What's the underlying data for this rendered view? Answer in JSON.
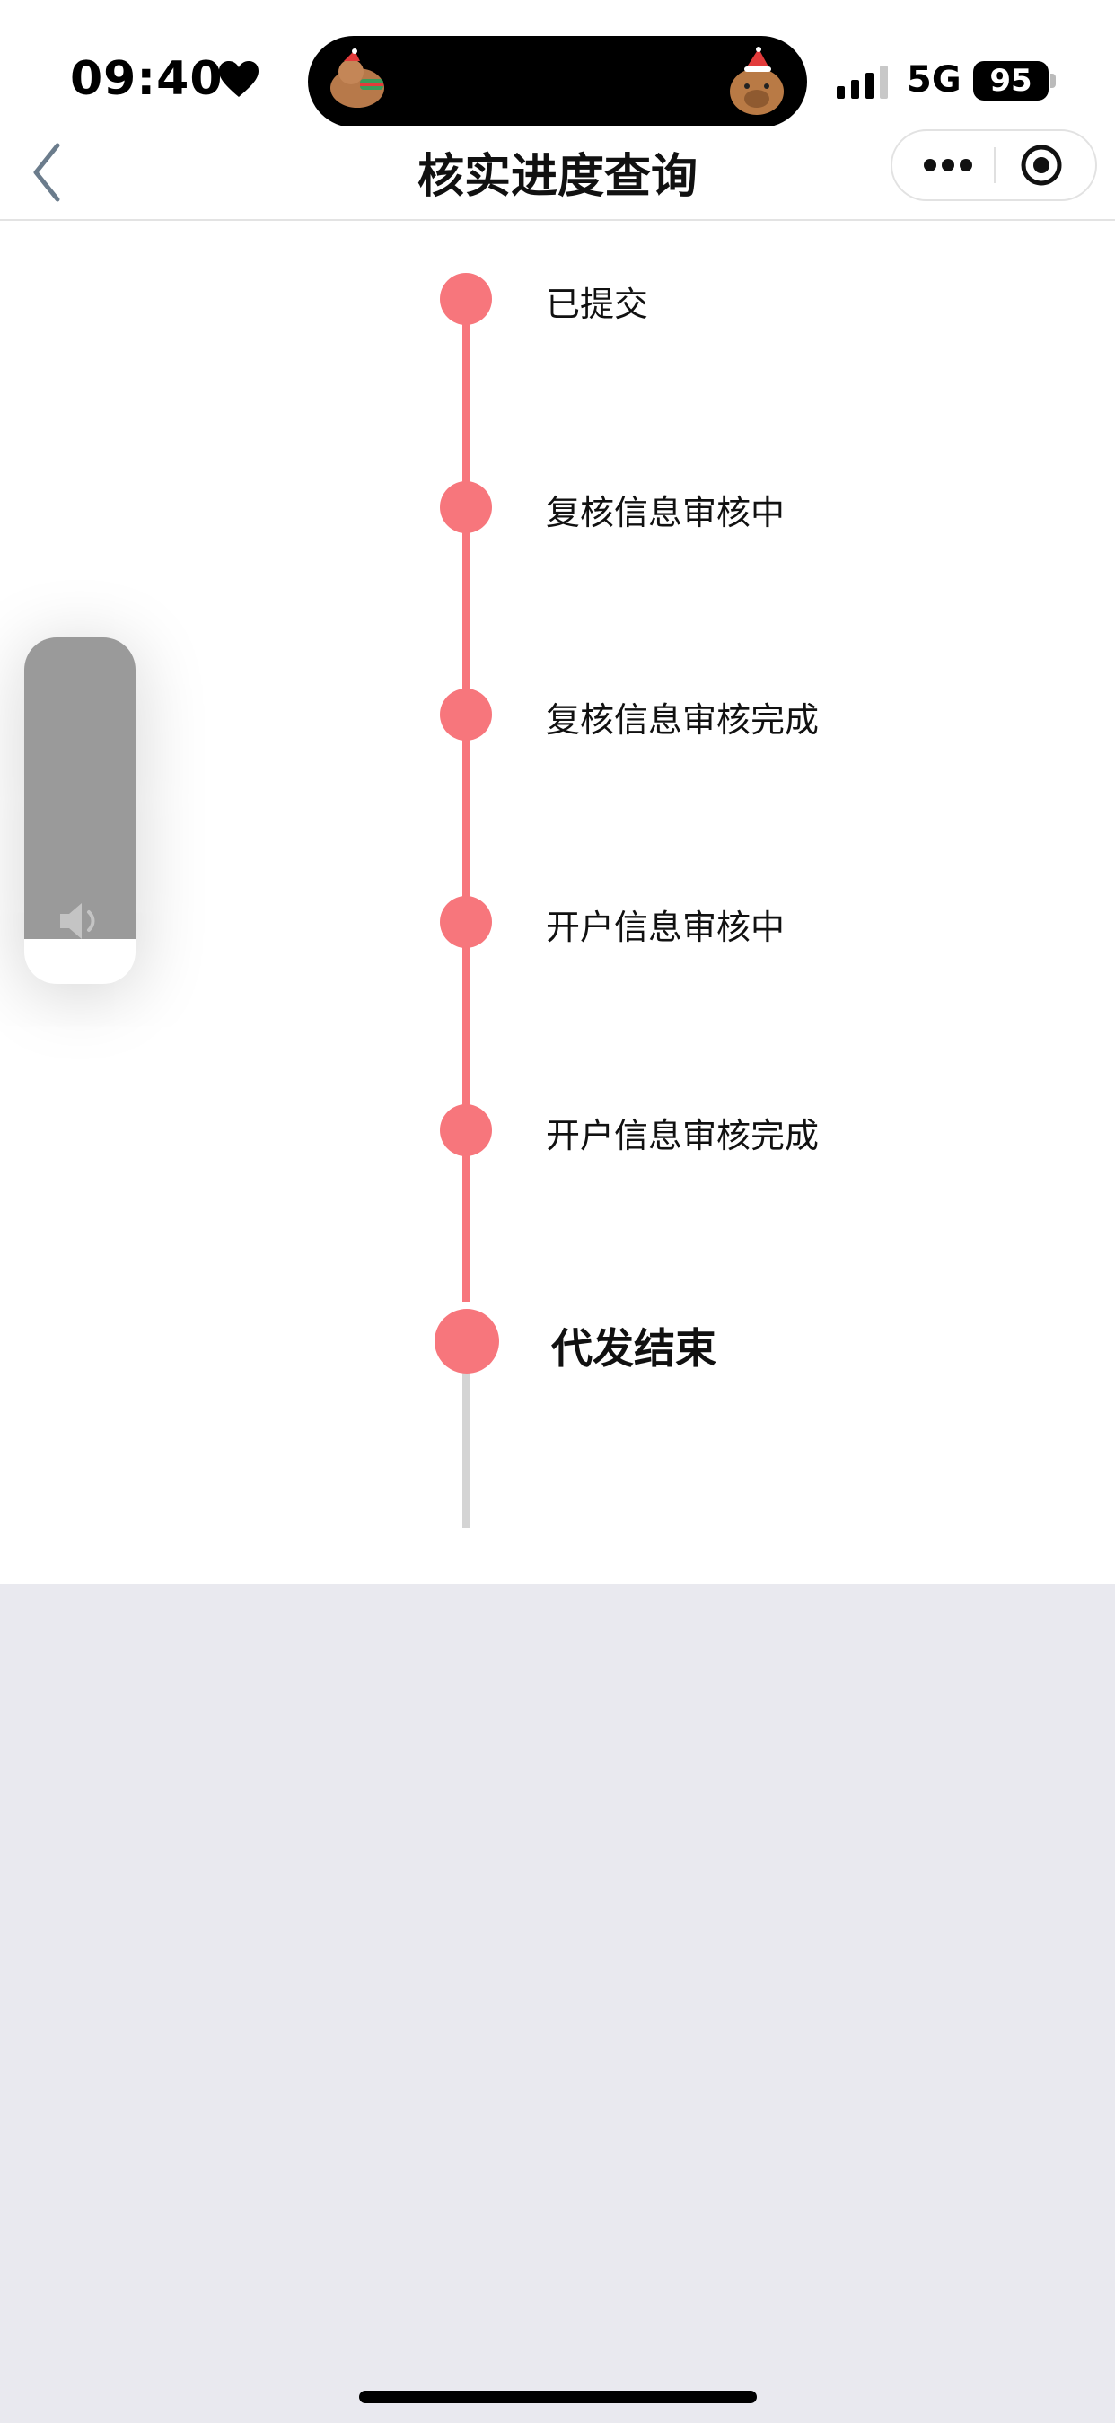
{
  "status": {
    "time": "09:40",
    "network": "5G",
    "battery": "95"
  },
  "nav": {
    "title": "核实进度查询"
  },
  "timeline": {
    "steps": [
      {
        "label": "已提交"
      },
      {
        "label": "复核信息审核中"
      },
      {
        "label": "复核信息审核完成"
      },
      {
        "label": "开户信息审核中"
      },
      {
        "label": "开户信息审核完成"
      },
      {
        "label": "代发结束"
      }
    ]
  },
  "colors": {
    "accent": "#f7767c",
    "line_pending": "#d4d4d4",
    "page_background": "#e9e9ef"
  },
  "volume": {
    "level": 0.87
  }
}
